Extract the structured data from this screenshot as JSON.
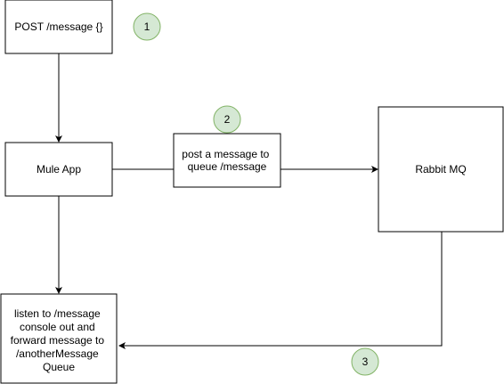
{
  "diagram": {
    "nodes": {
      "post_request": {
        "lines": [
          "POST /message {}"
        ]
      },
      "mule_app": {
        "lines": [
          "Mule App"
        ]
      },
      "post_message": {
        "lines": [
          "post a message to",
          "queue /message"
        ]
      },
      "rabbit_mq": {
        "lines": [
          "Rabbit MQ"
        ]
      },
      "listener": {
        "lines": [
          "listen to /message",
          "console out and",
          "forward message to",
          "/anotherMessage",
          "Queue"
        ]
      }
    },
    "badges": {
      "step_1": "1",
      "step_2": "2",
      "step_3": "3"
    },
    "colors": {
      "stroke": "#000000",
      "node_fill": "#ffffff",
      "badge_fill": "#d5e8d4",
      "badge_stroke": "#82b366"
    }
  }
}
